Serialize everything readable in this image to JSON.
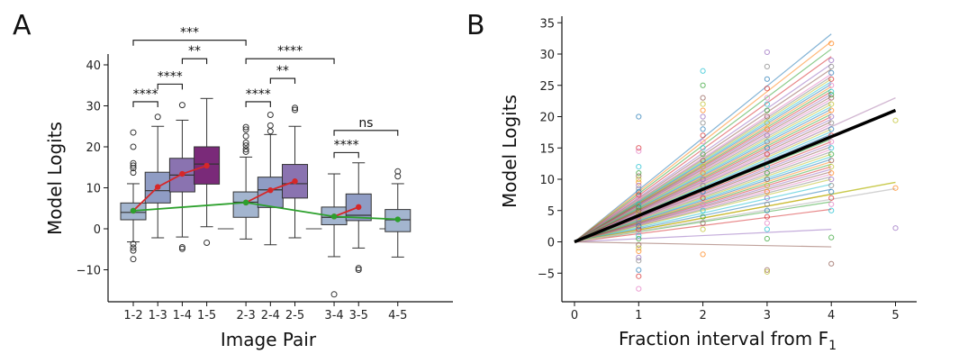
{
  "panels": {
    "a_label": "A",
    "b_label": "B"
  },
  "chart_data": [
    {
      "type": "box",
      "panel": "A",
      "xlabel": "Image Pair",
      "ylabel": "Model Logits",
      "ylim": [
        -17,
        42
      ],
      "yticks": [
        -10,
        0,
        10,
        20,
        30,
        40
      ],
      "ytick_labels": [
        "−10",
        "0",
        "10",
        "20",
        "30",
        "40"
      ],
      "categories": [
        "1-2",
        "1-3",
        "1-4",
        "1-5",
        "2-3",
        "2-4",
        "2-5",
        "3-4",
        "3-5",
        "4-5"
      ],
      "boxes": [
        {
          "label": "1-2",
          "x": 1,
          "q1": 2.2,
          "median": 4.0,
          "q3": 6.3,
          "whislo": -3.2,
          "whishi": 11.0,
          "mean": 4.4,
          "color": "#a3b5cf",
          "outliers": [
            23.5,
            20,
            16,
            15.4,
            14.8,
            13.7,
            -3.7,
            -4.6,
            -5.3,
            -7.4
          ]
        },
        {
          "label": "1-3",
          "x": 2,
          "q1": 6.3,
          "median": 9.3,
          "q3": 13.8,
          "whislo": -2.2,
          "whishi": 25.0,
          "mean": 10.2,
          "color": "#8f9cc4",
          "outliers": [
            27.3
          ]
        },
        {
          "label": "1-4",
          "x": 3,
          "q1": 9.0,
          "median": 13.1,
          "q3": 17.2,
          "whislo": -2.0,
          "whishi": 26.5,
          "mean": 13.4,
          "color": "#8a73b0",
          "outliers": [
            30.2,
            -4.5,
            -4.9
          ]
        },
        {
          "label": "1-5",
          "x": 4,
          "q1": 10.9,
          "median": 15.8,
          "q3": 20.0,
          "whislo": 0.5,
          "whishi": 31.8,
          "mean": 15.4,
          "color": "#7a2a79",
          "outliers": [
            -3.4
          ]
        },
        {
          "label": "2-3",
          "x": 5.6,
          "q1": 2.8,
          "median": 6.5,
          "q3": 9.0,
          "whislo": -2.5,
          "whishi": 17.5,
          "mean": 6.4,
          "color": "#a3b5cf",
          "outliers": [
            24.8,
            24.2,
            22.6,
            21,
            20.3,
            19.4,
            18.8
          ]
        },
        {
          "label": "2-4",
          "x": 6.6,
          "q1": 5.2,
          "median": 9.5,
          "q3": 12.6,
          "whislo": -3.9,
          "whishi": 23.0,
          "mean": 9.4,
          "color": "#8f9cc4",
          "outliers": [
            27.8,
            25.2,
            23.8
          ]
        },
        {
          "label": "2-5",
          "x": 7.6,
          "q1": 7.5,
          "median": 11.0,
          "q3": 15.7,
          "whislo": -2.2,
          "whishi": 25.0,
          "mean": 11.6,
          "color": "#8a73b0",
          "outliers": [
            29.5,
            29.0
          ]
        },
        {
          "label": "3-4",
          "x": 9.2,
          "q1": 1.0,
          "median": 2.8,
          "q3": 5.3,
          "whislo": -6.8,
          "whishi": 13.4,
          "mean": 3.0,
          "color": "#a3b5cf",
          "outliers": [
            -16.0
          ]
        },
        {
          "label": "3-5",
          "x": 10.2,
          "q1": 2.0,
          "median": 3.3,
          "q3": 8.5,
          "whislo": -4.7,
          "whishi": 16.1,
          "mean": 5.3,
          "color": "#8f9cc4",
          "outliers": [
            -9.6,
            -10.0
          ]
        },
        {
          "label": "4-5",
          "x": 11.8,
          "q1": -0.7,
          "median": 2.2,
          "q3": 4.7,
          "whislo": -6.9,
          "whishi": 11.0,
          "mean": 2.3,
          "color": "#a3b5cf",
          "outliers": [
            14.0,
            12.8
          ]
        }
      ],
      "baselines": [
        {
          "x_from": 4.45,
          "x_to": 5.1,
          "y": 0
        },
        {
          "x_from": 8.05,
          "x_to": 8.7,
          "y": 0
        },
        {
          "x_from": 11.05,
          "x_to": 11.4,
          "y": 0
        }
      ],
      "series": [
        {
          "color": "#d62728",
          "points": [
            [
              1,
              4.4
            ],
            [
              2,
              10.2
            ],
            [
              3,
              13.4
            ],
            [
              4,
              15.4
            ]
          ]
        },
        {
          "color": "#d62728",
          "points": [
            [
              5.6,
              6.4
            ],
            [
              6.6,
              9.4
            ],
            [
              7.6,
              11.6
            ]
          ]
        },
        {
          "color": "#d62728",
          "points": [
            [
              9.2,
              3.0
            ],
            [
              10.2,
              5.3
            ]
          ]
        },
        {
          "color": "#2ca02c",
          "points": [
            [
              1,
              4.4
            ],
            [
              5.6,
              6.4
            ],
            [
              9.2,
              3.0
            ],
            [
              11.8,
              2.3
            ]
          ]
        }
      ],
      "significance": [
        {
          "x1": 1,
          "x2": 2,
          "y": 31,
          "label": "****"
        },
        {
          "x1": 2,
          "x2": 3,
          "y": 35.3,
          "label": "****"
        },
        {
          "x1": 3,
          "x2": 4,
          "y": 41.5,
          "label": "**"
        },
        {
          "x1": 1,
          "x2": 5.6,
          "y": 46,
          "label": "***"
        },
        {
          "x1": 5.6,
          "x2": 6.6,
          "y": 31,
          "label": "****"
        },
        {
          "x1": 6.6,
          "x2": 7.6,
          "y": 36.7,
          "label": "**"
        },
        {
          "x1": 5.6,
          "x2": 9.2,
          "y": 41.5,
          "label": "****"
        },
        {
          "x1": 9.2,
          "x2": 10.2,
          "y": 18.6,
          "label": "****"
        },
        {
          "x1": 9.2,
          "x2": 11.8,
          "y": 24,
          "label": "ns"
        }
      ]
    },
    {
      "type": "line",
      "panel": "B",
      "xlabel": "Fraction interval from F",
      "xlabel_sub": "1",
      "ylabel": "Model Logits",
      "xlim": [
        -0.35,
        5.35
      ],
      "ylim": [
        -7.9,
        35.5
      ],
      "xticks": [
        0,
        1,
        2,
        3,
        4,
        5
      ],
      "yticks": [
        -5,
        0,
        5,
        10,
        15,
        20,
        25,
        30,
        35
      ],
      "ytick_labels": [
        "−5",
        "0",
        "5",
        "10",
        "15",
        "20",
        "25",
        "30",
        "35"
      ],
      "palette": [
        "#1f77b4",
        "#ff7f0e",
        "#2ca02c",
        "#d62728",
        "#9467bd",
        "#8c564b",
        "#e377c2",
        "#7f7f7f",
        "#bcbd22",
        "#17becf"
      ],
      "mean_fit": {
        "slope": 4.2,
        "x_end": 5,
        "color": "#000000"
      },
      "fit_slopes": [
        8.3,
        8.0,
        7.7,
        7.4,
        7.1,
        6.9,
        6.7,
        6.6,
        6.5,
        6.4,
        6.3,
        6.2,
        6.1,
        6.0,
        5.9,
        5.8,
        5.7,
        5.6,
        5.5,
        5.4,
        5.3,
        5.2,
        5.1,
        5.0,
        4.9,
        4.8,
        4.7,
        4.6,
        4.5,
        4.4,
        4.3,
        4.2,
        4.1,
        4.0,
        3.9,
        3.8,
        3.7,
        3.6,
        3.5,
        3.4,
        3.3,
        3.2,
        3.1,
        3.0,
        2.9,
        2.8,
        2.7,
        2.6,
        2.5,
        2.3,
        2.1,
        1.9,
        1.6,
        1.3,
        0.5,
        -0.2
      ],
      "long_fits": [
        {
          "slope": 4.6,
          "color": "#c8a8c8"
        },
        {
          "slope": 1.9,
          "color": "#bcbd22"
        },
        {
          "slope": 1.7,
          "color": "#c7c7c7"
        }
      ],
      "scatter": {
        "1": [
          20.0,
          15.0,
          14.5,
          12.0,
          11.0,
          10.5,
          10.0,
          9.5,
          9.0,
          8.5,
          8.0,
          7.5,
          7.0,
          6.0,
          5.5,
          5.0,
          4.5,
          4.0,
          3.5,
          3.0,
          2.5,
          2.0,
          1.5,
          1.0,
          0.5,
          -0.5,
          -1.0,
          -1.5,
          -2.5,
          -3.0,
          -4.5,
          -5.5,
          -7.5
        ],
        "2": [
          27.3,
          25.0,
          23.0,
          22.0,
          21.0,
          20.0,
          19.0,
          18.0,
          17.0,
          16.0,
          15.0,
          14.0,
          13.0,
          12.0,
          11.0,
          10.0,
          9.0,
          8.0,
          7.0,
          6.0,
          5.0,
          4.0,
          3.0,
          2.0,
          -2.0
        ],
        "3": [
          30.3,
          28.0,
          26.0,
          24.5,
          23.0,
          22.0,
          21.0,
          20.0,
          19.0,
          18.0,
          17.0,
          16.0,
          15.0,
          14.0,
          13.0,
          12.0,
          11.0,
          10.0,
          9.0,
          8.0,
          7.0,
          6.0,
          5.0,
          4.0,
          3.0,
          2.0,
          0.5,
          -4.5,
          -4.8
        ],
        "4": [
          31.7,
          29.0,
          28.0,
          27.0,
          26.0,
          25.0,
          24.0,
          23.5,
          23.0,
          22.0,
          21.0,
          20.0,
          19.0,
          18.0,
          17.0,
          16.0,
          15.0,
          14.0,
          13.0,
          12.0,
          11.0,
          10.0,
          9.0,
          8.0,
          7.0,
          6.0,
          5.0,
          0.7,
          -3.5
        ],
        "5": [
          19.4,
          8.6,
          2.2
        ]
      }
    }
  ]
}
